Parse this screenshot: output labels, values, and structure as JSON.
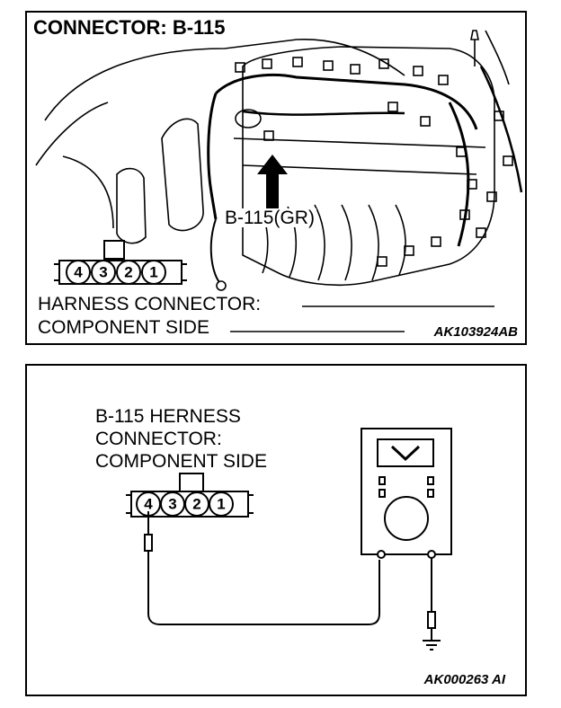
{
  "top": {
    "title": "CONNECTOR: B-115",
    "callout": "B-115(GR)",
    "caption_line1": "HARNESS CONNECTOR:",
    "caption_line2": "COMPONENT SIDE",
    "code": "AK103924AB",
    "pins": [
      "4",
      "3",
      "2",
      "1"
    ]
  },
  "bottom": {
    "label_line1": "B-115 HERNESS",
    "label_line2": "CONNECTOR:",
    "label_line3": "COMPONENT SIDE",
    "code": "AK000263 AI",
    "pins": [
      "4",
      "3",
      "2",
      "1"
    ]
  }
}
